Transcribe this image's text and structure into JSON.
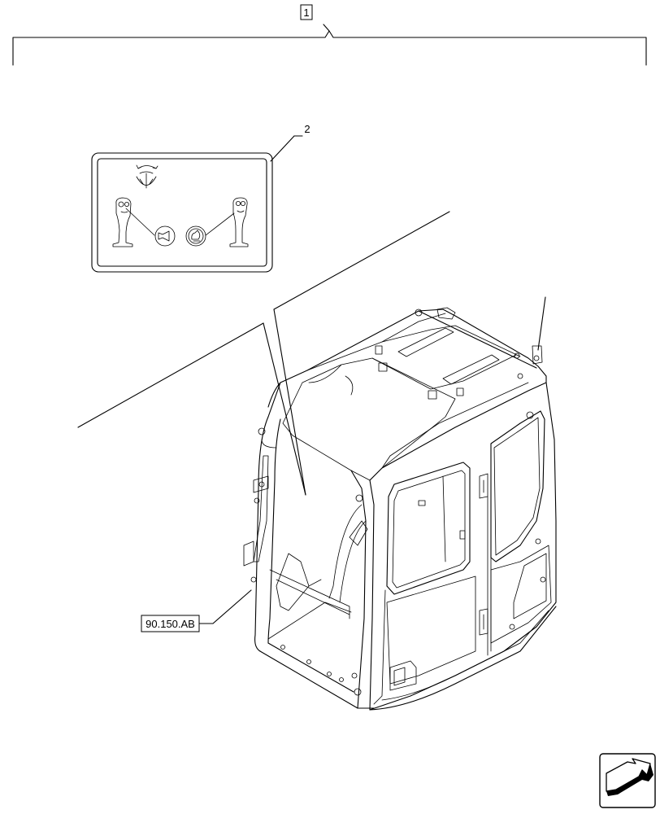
{
  "callouts": {
    "assembly_number": "1",
    "decal_number": "2",
    "reference_code": "90.150.AB"
  },
  "icons": {
    "rotate_icon": "swing-rotation-icon",
    "left_joystick": "left-joystick-icon",
    "right_joystick": "right-joystick-icon",
    "horn": "horn-icon",
    "power_boost": "power-boost-icon",
    "navigation": "next-page-arrow-icon"
  },
  "colors": {
    "line": "#000000",
    "background": "#ffffff"
  }
}
